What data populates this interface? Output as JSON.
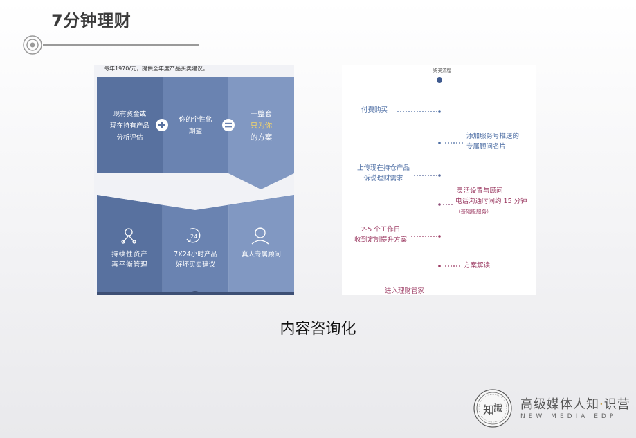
{
  "slide": {
    "title": "7分钟理财",
    "caption": "内容咨询化"
  },
  "left_panel": {
    "caption_text": "每年1970/元，提供全年度产品买卖建议。",
    "box1": [
      "现有资金或",
      "现在持有产品",
      "分析评估"
    ],
    "box2": [
      "你的个性化",
      "期望"
    ],
    "box3_line1": "一整套",
    "box3_line2": "只为你",
    "box3_line3": "的方案",
    "features": [
      {
        "icon": "network-person-icon",
        "lines": [
          "持续性资产",
          "再平衡管理"
        ]
      },
      {
        "icon": "clock-24-icon",
        "lines": [
          "7X24小时产品",
          "好坏买卖建议"
        ]
      },
      {
        "icon": "advisor-person-icon",
        "lines": [
          "真人专属顾问"
        ]
      }
    ],
    "colors": {
      "dark": "#58719f",
      "mid": "#6a83b1",
      "light": "#8198c2",
      "gold": "#f3d46a"
    }
  },
  "right_panel": {
    "header": "购买流程",
    "steps": [
      {
        "side": "left",
        "lines": [
          "付费购买"
        ],
        "color": "blue"
      },
      {
        "side": "right",
        "lines": [
          "添加服务号推送的",
          "专属顾问名片"
        ],
        "color": "blue"
      },
      {
        "side": "left",
        "lines": [
          "上传现在持仓产品",
          "诉说理财需求"
        ],
        "color": "blue"
      },
      {
        "side": "right",
        "lines": [
          "灵活设置与顾问",
          "电话沟通时间约 15 分钟",
          "（基础版服务）"
        ],
        "color": "pink"
      },
      {
        "side": "left",
        "lines": [
          "2-5 个工作日",
          "收到定制提升方案"
        ],
        "color": "pink"
      },
      {
        "side": "right",
        "lines": [
          "方案解读"
        ],
        "color": "pink"
      },
      {
        "side": "left",
        "lines": [
          "进入理财管家"
        ],
        "color": "pink"
      }
    ],
    "colors": {
      "blue": "#4d6ea4",
      "pink": "#9c3b63"
    }
  },
  "brand": {
    "name": "高级媒体人知",
    "sep": "·",
    "name2": "识营",
    "sub": "NEW MEDIA EDP"
  }
}
